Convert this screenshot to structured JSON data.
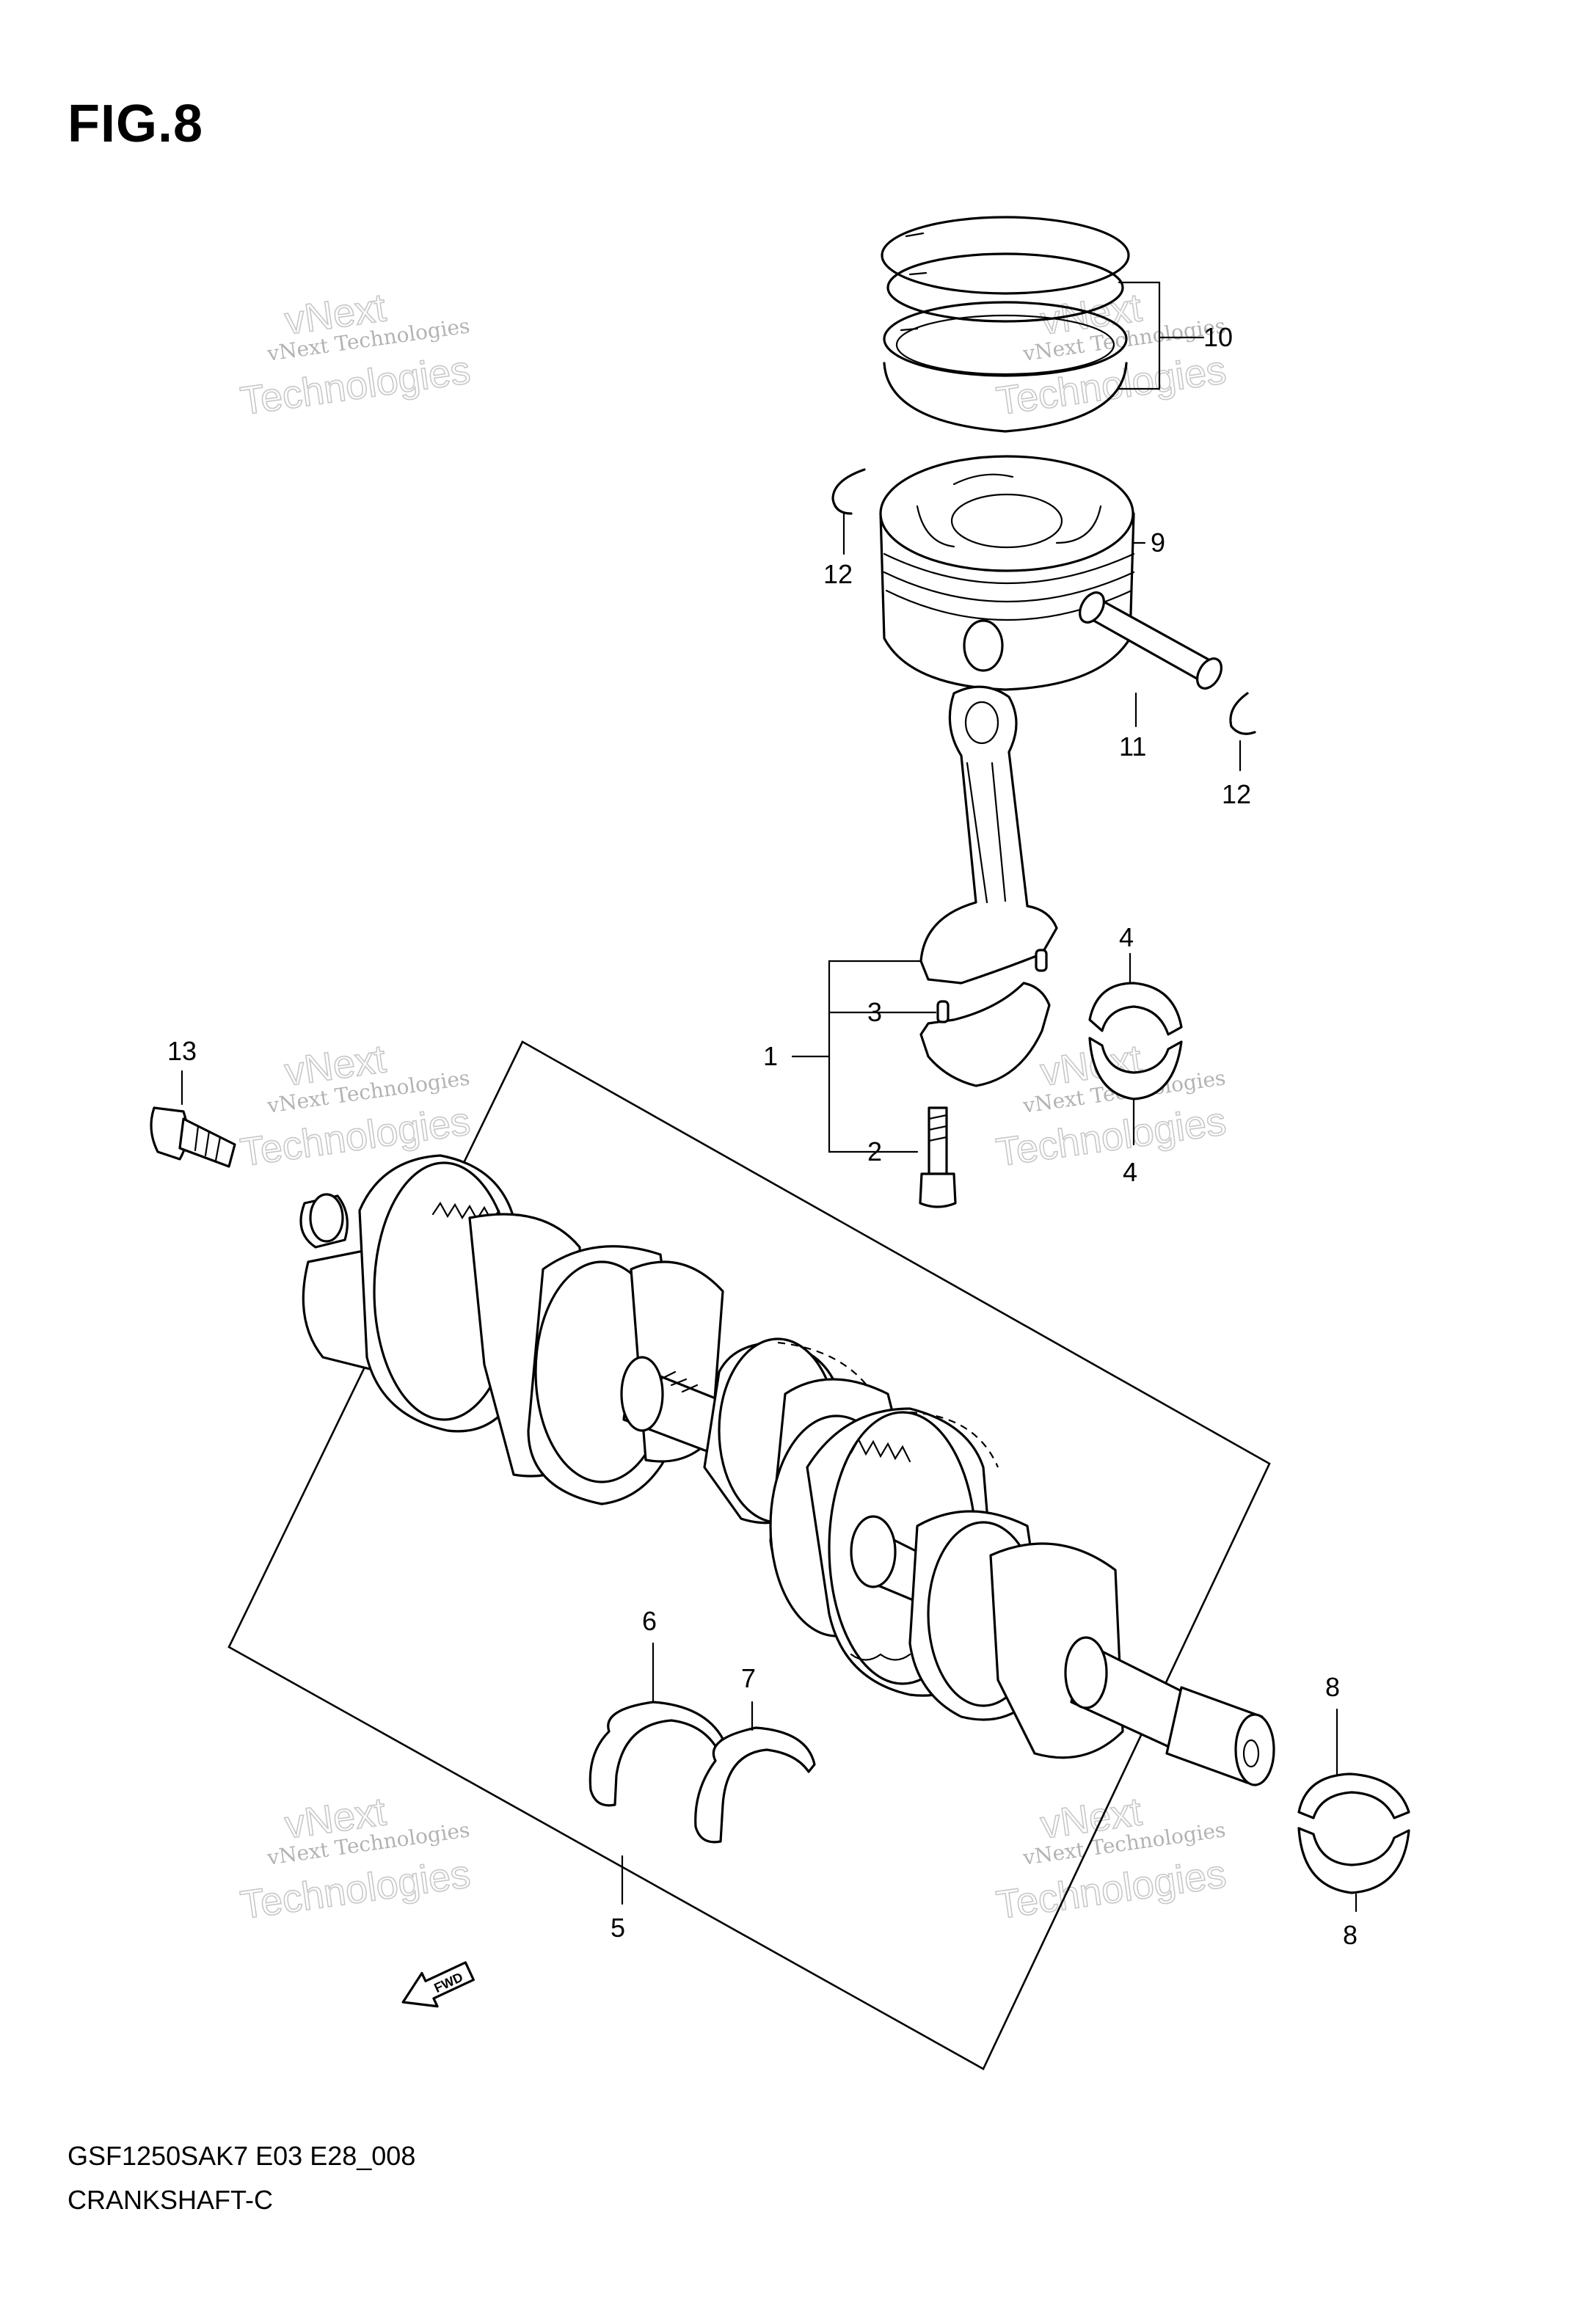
{
  "figure": {
    "title": "FIG.8"
  },
  "footer": {
    "model_code": "GSF1250SAK7 E03 E28_008",
    "diagram_name": "CRANKSHAFT-C"
  },
  "watermark": {
    "line1": "vNext Technologies",
    "line2": "Technologies",
    "line3": "vNext"
  },
  "fwd_label": "FWD",
  "callouts": {
    "c1": "1",
    "c2": "2",
    "c3": "3",
    "c4a": "4",
    "c4b": "4",
    "c5": "5",
    "c6": "6",
    "c7": "7",
    "c8a": "8",
    "c8b": "8",
    "c9": "9",
    "c10": "10",
    "c11": "11",
    "c12a": "12",
    "c12b": "12",
    "c13": "13"
  }
}
